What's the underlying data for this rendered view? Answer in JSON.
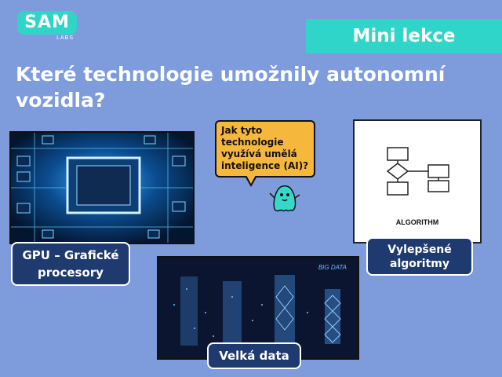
{
  "logo": {
    "brand": "SAM",
    "sub": "LABS"
  },
  "tag": "Mini lekce",
  "title": "Které technologie umožnily autonomní vozidla?",
  "cards": {
    "gpu": {
      "label": "GPU – Grafické procesory"
    },
    "algorithm": {
      "caption": "ALGORITHM",
      "label": "Vylepšené algoritmy"
    },
    "bigdata": {
      "caption": "BIG DATA",
      "label": "Velká data"
    }
  },
  "bubble": {
    "text": "Jak tyto technologie využívá umělá inteligence (AI)?"
  },
  "colors": {
    "background": "#7E9BDC",
    "accent": "#2FD5C8",
    "label_bg": "#1E3A6E",
    "bubble": "#F5B83C"
  }
}
